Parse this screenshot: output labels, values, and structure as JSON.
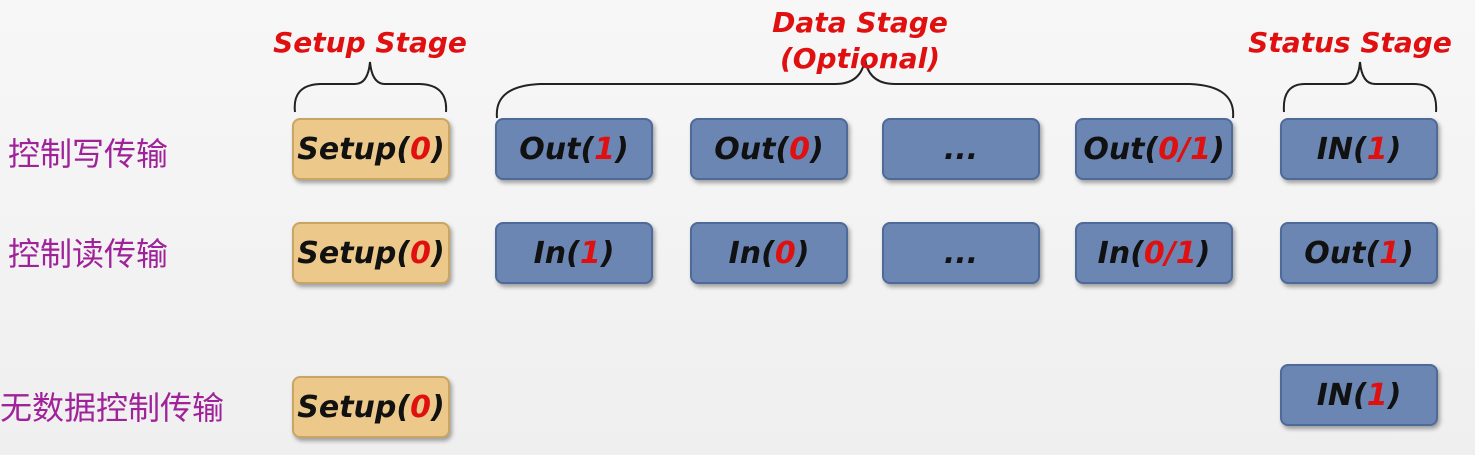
{
  "stages": {
    "setup": "Setup Stage",
    "data_line1": "Data Stage",
    "data_line2": "(Optional)",
    "status": "Status Stage"
  },
  "rows": [
    {
      "label": "控制写传输",
      "setup": {
        "name": "Setup",
        "open": "(",
        "num": "0",
        "close": ")"
      },
      "data": [
        {
          "name": "Out ",
          "open": "(",
          "num": "1",
          "close": ")"
        },
        {
          "name": "Out ",
          "open": "(",
          "num": "0",
          "close": ")"
        },
        {
          "name": "...",
          "open": "",
          "num": "",
          "close": ""
        },
        {
          "name": "Out ",
          "open": "(",
          "num": "0/1",
          "close": ")"
        }
      ],
      "status": {
        "name": "IN ",
        "open": "(",
        "num": "1",
        "close": ")"
      }
    },
    {
      "label": "控制读传输",
      "setup": {
        "name": "Setup",
        "open": "(",
        "num": "0",
        "close": ")"
      },
      "data": [
        {
          "name": "In ",
          "open": "(",
          "num": "1",
          "close": ")"
        },
        {
          "name": "In ",
          "open": "(",
          "num": "0",
          "close": ")"
        },
        {
          "name": "...",
          "open": "",
          "num": "",
          "close": ""
        },
        {
          "name": "In ",
          "open": "(",
          "num": "0/1",
          "close": ")"
        }
      ],
      "status": {
        "name": "Out ",
        "open": "(",
        "num": "1",
        "close": ")"
      }
    },
    {
      "label": "无数据控制传输",
      "setup": {
        "name": "Setup",
        "open": "(",
        "num": "0",
        "close": ")"
      },
      "status": {
        "name": "IN ",
        "open": "(",
        "num": "1",
        "close": ")"
      }
    }
  ],
  "colors": {
    "stage_title": "#e01010",
    "row_label": "#a0229a",
    "setup_fill": "#ecc98a",
    "packet_fill": "#6b86b3",
    "toggle_number": "#e01010"
  }
}
